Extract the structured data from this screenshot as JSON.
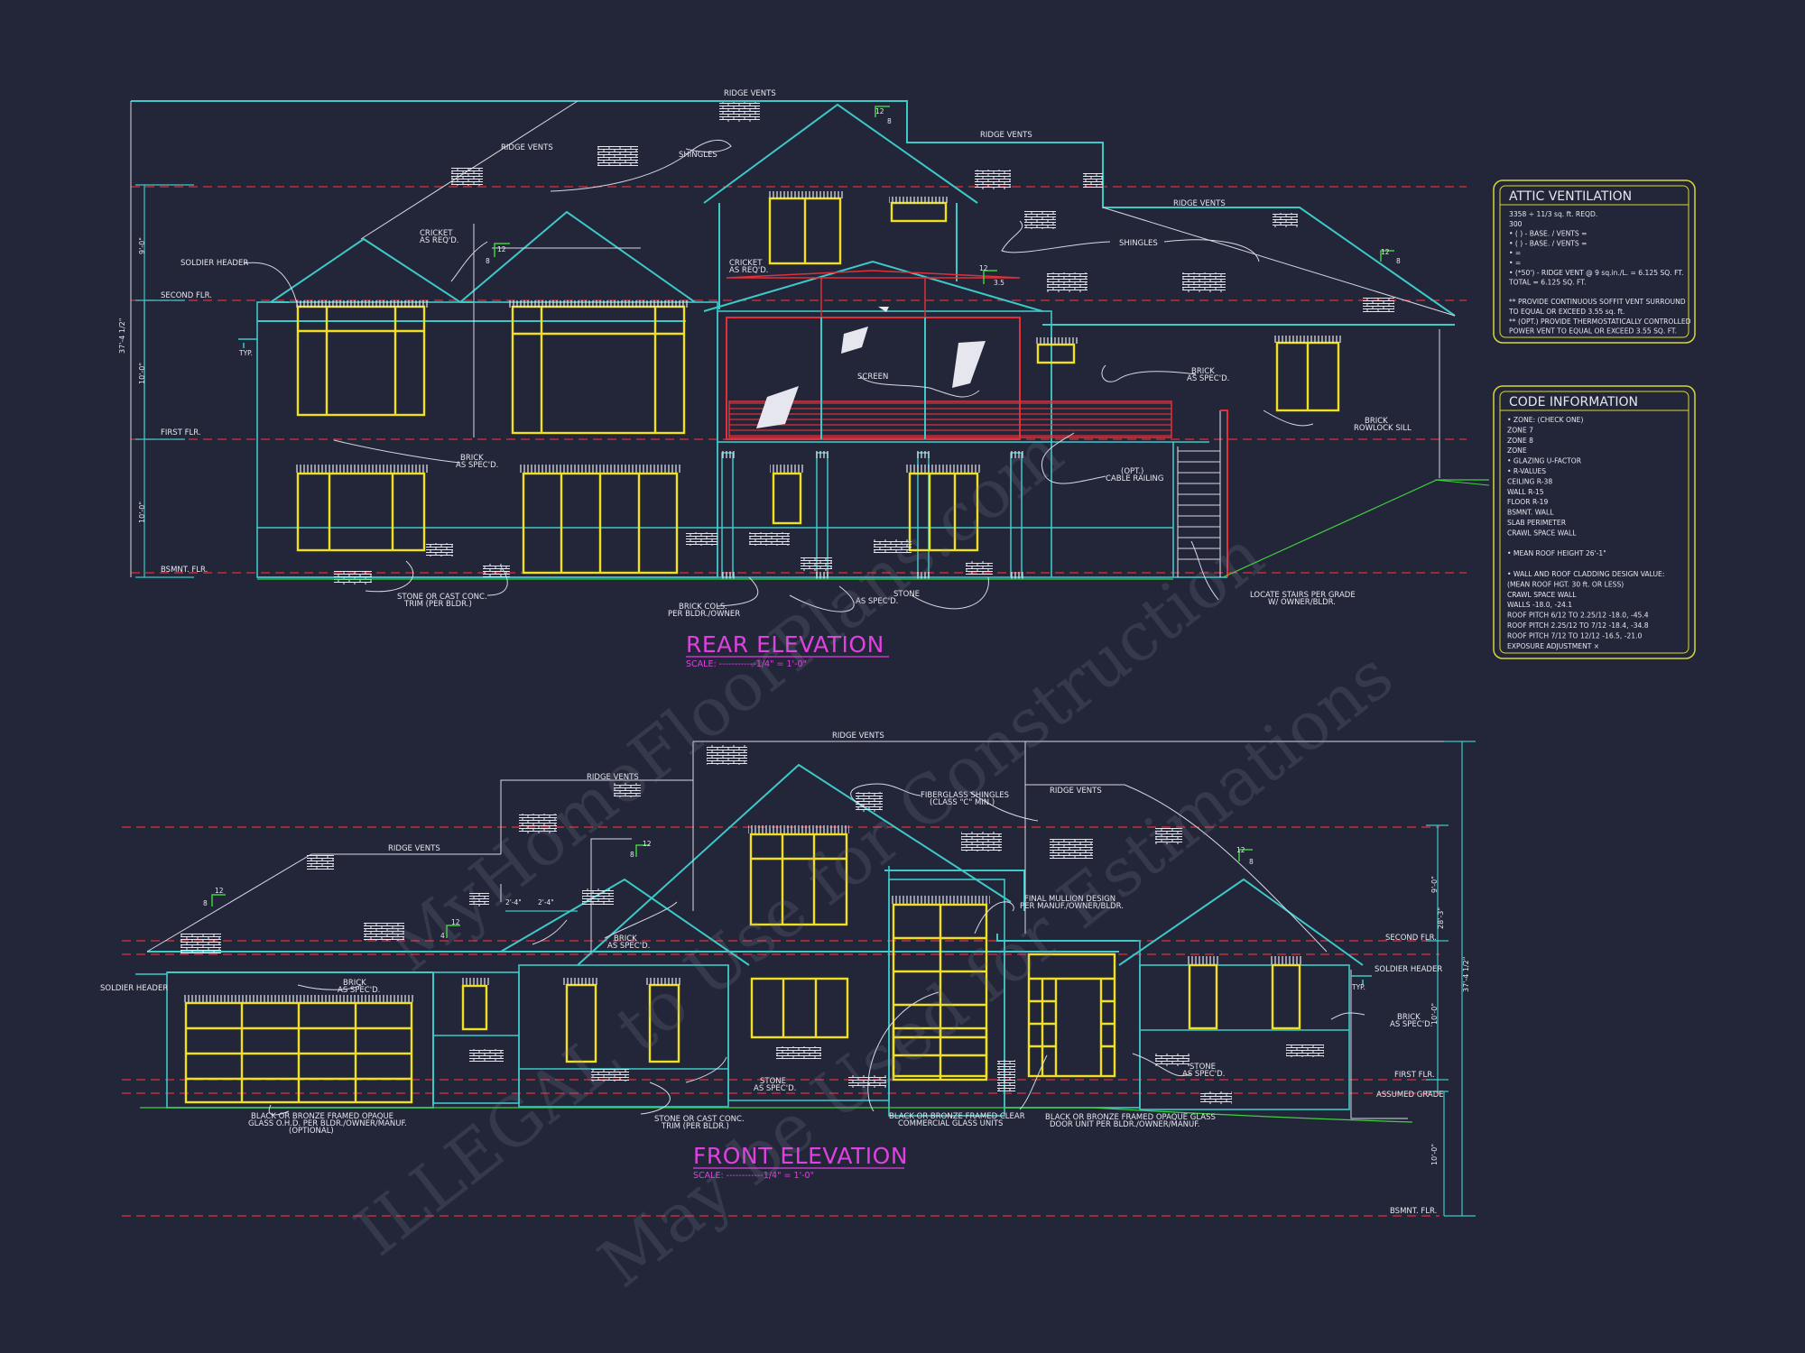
{
  "colors": {
    "background": "#222638",
    "outline": "#3ec8c8",
    "window": "#f0e020",
    "level_line": "#e0303a",
    "title": "#e040e0",
    "panel_border": "#d8d830",
    "brick": "#e6e6ee",
    "grade": "#40d040"
  },
  "watermark": {
    "line1": "MyHomeFloorPlans.com",
    "line2": "ILLEGAL to Use for Construction",
    "line3": "May be Used for Estimations"
  },
  "rear": {
    "title": "REAR ELEVATION",
    "scale": "SCALE: ------------1/4\" = 1'-0\"",
    "labels": {
      "ridge_vents": "RIDGE VENTS",
      "shingles": "SHINGLES",
      "soldier_header": "SOLDIER HEADER",
      "second_flr": "SECOND FLR.",
      "first_flr": "FIRST FLR.",
      "bsmnt_flr": "BSMNT. FLR.",
      "cricket_1": "CRICKET",
      "cricket_2": "AS REQ'D.",
      "typ": "TYP.",
      "screen": "SCREEN",
      "brick_1": "BRICK",
      "brick_2": "AS SPEC'D.",
      "rowlock_1": "BRICK",
      "rowlock_2": "ROWLOCK SILL",
      "cable_1": "(OPT.)",
      "cable_2": "CABLE RAILING",
      "stone_trim_1": "STONE OR CAST CONC.",
      "stone_trim_2": "TRIM (PER BLDR.)",
      "brick_cols_1": "BRICK COLS.",
      "brick_cols_2": "PER BLDR./OWNER",
      "stone_1": "STONE",
      "stone_2": "AS SPEC'D.",
      "stairs_1": "LOCATE STAIRS PER GRADE",
      "stairs_2": "W/ OWNER/BLDR.",
      "pitch_12": "12",
      "pitch_8": "8",
      "pitch_35": "3.5"
    },
    "dims": {
      "total": "37'-4 1/2\"",
      "upper": "9'-0\"",
      "mid": "10'-0\"",
      "lower": "10'-0\""
    }
  },
  "front": {
    "title": "FRONT ELEVATION",
    "scale": "SCALE: ------------1/4\" = 1'-0\"",
    "labels": {
      "ridge_vents": "RIDGE VENTS",
      "fiberglass_1": "FIBERGLASS SHINGLES",
      "fiberglass_2": "(CLASS \"C\" MIN.)",
      "soldier_header": "SOLDIER HEADER",
      "brick_1": "BRICK",
      "brick_2": "AS SPEC'D.",
      "mullion_1": "FINAL MULLION DESIGN",
      "mullion_2": "PER MANUF./OWNER/BLDR.",
      "second_flr": "SECOND FLR.",
      "first_flr": "FIRST FLR.",
      "assumed_grade": "ASSUMED GRADE",
      "bsmnt_flr": "BSMNT. FLR.",
      "typ": "TYP.",
      "garage_1": "BLACK OR BRONZE FRAMED OPAQUE",
      "garage_2": "GLASS O.H.D. PER BLDR./OWNER/MANUF.",
      "garage_3": "(OPTIONAL)",
      "stone_trim_1": "STONE OR CAST CONC.",
      "stone_trim_2": "TRIM (PER BLDR.)",
      "commercial_1": "BLACK OR BRONZE FRAMED CLEAR",
      "commercial_2": "COMMERCIAL GLASS UNITS",
      "door_1": "BLACK OR BRONZE FRAMED OPAQUE GLASS",
      "door_2": "DOOR UNIT PER BLDR./OWNER/MANUF.",
      "stone_1": "STONE",
      "stone_2": "AS SPEC'D.",
      "dim_a": "2'-4\"",
      "dim_b": "2'-4\"",
      "pitch_12": "12",
      "pitch_8": "8",
      "pitch_4": "4"
    },
    "dims": {
      "total": "37'-4 1/2\"",
      "right_total": "28'-3\"",
      "upper": "9'-0\"",
      "mid": "10'-0\"",
      "lower": "10'-0\""
    }
  },
  "attic": {
    "title": "ATTIC VENTILATION",
    "lines": [
      "3358 ÷ 11/3 sq. ft. REQD.",
      "300",
      "• (    ) -        BASE.    /    VENTS   =",
      "• (    ) -        BASE.    /    VENTS   =",
      "•                                        =",
      "•                                        =",
      "• (*50') - RIDGE VENT @ 9 sq.in./L.  = 6.125 SQ. FT.",
      "                                TOTAL        = 6.125 SQ. FT.",
      "",
      "** PROVIDE CONTINUOUS SOFFIT VENT SURROUND",
      "   TO EQUAL OR EXCEED  3.55 sq. ft.",
      "** (OPT.) PROVIDE THERMOSTATICALLY CONTROLLED",
      "   POWER VENT TO EQUAL OR EXCEED 3.55 SQ. FT."
    ]
  },
  "code": {
    "title": "CODE INFORMATION",
    "lines": [
      "• ZONE: (CHECK ONE)",
      "        ZONE 7",
      "        ZONE 8",
      "        ZONE",
      "• GLAZING U-FACTOR",
      "• R-VALUES",
      "        CEILING              R-38",
      "        WALL                  R-15",
      "        FLOOR                R-19",
      "        BSMNT. WALL",
      "        SLAB PERIMETER",
      "        CRAWL SPACE WALL",
      "",
      "• MEAN ROOF HEIGHT  26'-1\"",
      "",
      "• WALL AND ROOF CLADDING DESIGN VALUE:",
      "  (MEAN ROOF HGT. 30 ft. OR LESS)",
      "        CRAWL SPACE WALL",
      "        WALLS                            -18.0, -24.1",
      "        ROOF PITCH 6/12 TO 2.25/12   -18.0, -45.4",
      "        ROOF PITCH 2.25/12 TO 7/12   -18.4, -34.8",
      "        ROOF PITCH 7/12 TO 12/12     -16.5, -21.0",
      "        EXPOSURE ADJUSTMENT          ×"
    ]
  }
}
